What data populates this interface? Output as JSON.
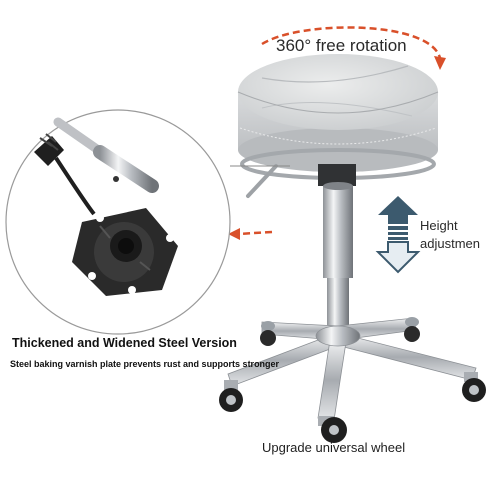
{
  "annotations": {
    "rotation": "360° free rotation",
    "height_line1": "Height",
    "height_line2": "adjustmen",
    "steel_title": "Thickened and Widened Steel Version",
    "steel_description": "Steel baking varnish plate prevents rust and supports stronger",
    "wheel": "Upgrade universal wheel"
  },
  "colors": {
    "rotation_arrow": "#d9502a",
    "height_arrow_dark": "#3c5a6e",
    "height_arrow_light": "#e6edf2",
    "seat": "#d4d6d8",
    "chrome": "#c9ccd0",
    "base_plate": "#2a2a2a"
  }
}
